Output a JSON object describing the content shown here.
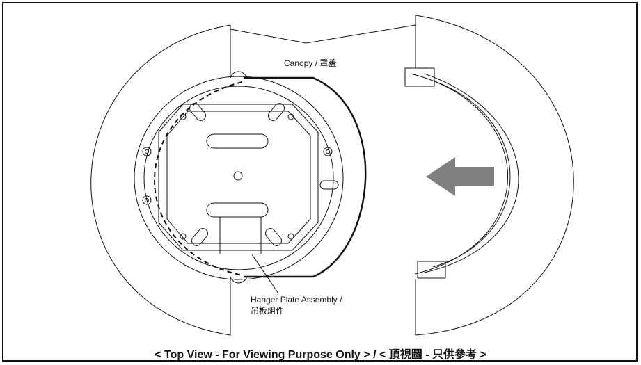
{
  "labels": {
    "canopy": "Canopy / 罩蓋",
    "hanger_line1": "Hanger Plate Assembly /",
    "hanger_line2": "吊板組件"
  },
  "caption": "< Top View - For Viewing Purpose Only > / < 頂視圖 - 只供參考 >",
  "colors": {
    "line": "#111111",
    "arrow": "#7f7f7f",
    "background": "#ffffff"
  },
  "icons": {
    "direction_arrow": "left-arrow-icon"
  }
}
